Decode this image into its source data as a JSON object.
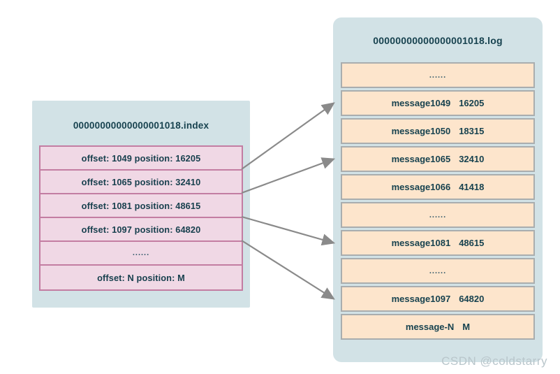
{
  "index_panel": {
    "title": "00000000000000001018.index",
    "rows": [
      {
        "text": "offset: 1049 position: 16205",
        "type": "entry"
      },
      {
        "text": "offset: 1065 position: 32410",
        "type": "entry"
      },
      {
        "text": "offset: 1081 position: 48615",
        "type": "entry"
      },
      {
        "text": "offset: 1097 position: 64820",
        "type": "entry"
      },
      {
        "text": "......",
        "type": "ellipsis"
      },
      {
        "text": "offset: N position: M",
        "type": "entry"
      }
    ]
  },
  "log_panel": {
    "title": "00000000000000001018.log",
    "rows": [
      {
        "name": "......",
        "value": "",
        "type": "ellipsis"
      },
      {
        "name": "message1049",
        "value": "16205",
        "type": "entry"
      },
      {
        "name": "message1050",
        "value": "18315",
        "type": "entry"
      },
      {
        "name": "message1065",
        "value": "32410",
        "type": "entry"
      },
      {
        "name": "message1066",
        "value": "41418",
        "type": "entry"
      },
      {
        "name": "......",
        "value": "",
        "type": "ellipsis"
      },
      {
        "name": "message1081",
        "value": "48615",
        "type": "entry"
      },
      {
        "name": "......",
        "value": "",
        "type": "ellipsis"
      },
      {
        "name": "message1097",
        "value": "64820",
        "type": "entry"
      },
      {
        "name": "message-N",
        "value": "M",
        "type": "entry"
      }
    ]
  },
  "arrows": [
    {
      "from_index_row": 0,
      "to_log_row": 1
    },
    {
      "from_index_row": 1,
      "to_log_row": 3
    },
    {
      "from_index_row": 2,
      "to_log_row": 6
    },
    {
      "from_index_row": 3,
      "to_log_row": 8
    }
  ],
  "watermark": "CSDN @coldstarry",
  "colors": {
    "panel_background": "#d2e2e6",
    "index_row_fill": "#f0d8e5",
    "index_row_border": "#c37da2",
    "log_row_fill": "#fde5cc",
    "log_row_border": "#a9adae",
    "text": "#17424f",
    "arrow": "#8a8a8a",
    "watermark": "#b9c6cb"
  }
}
